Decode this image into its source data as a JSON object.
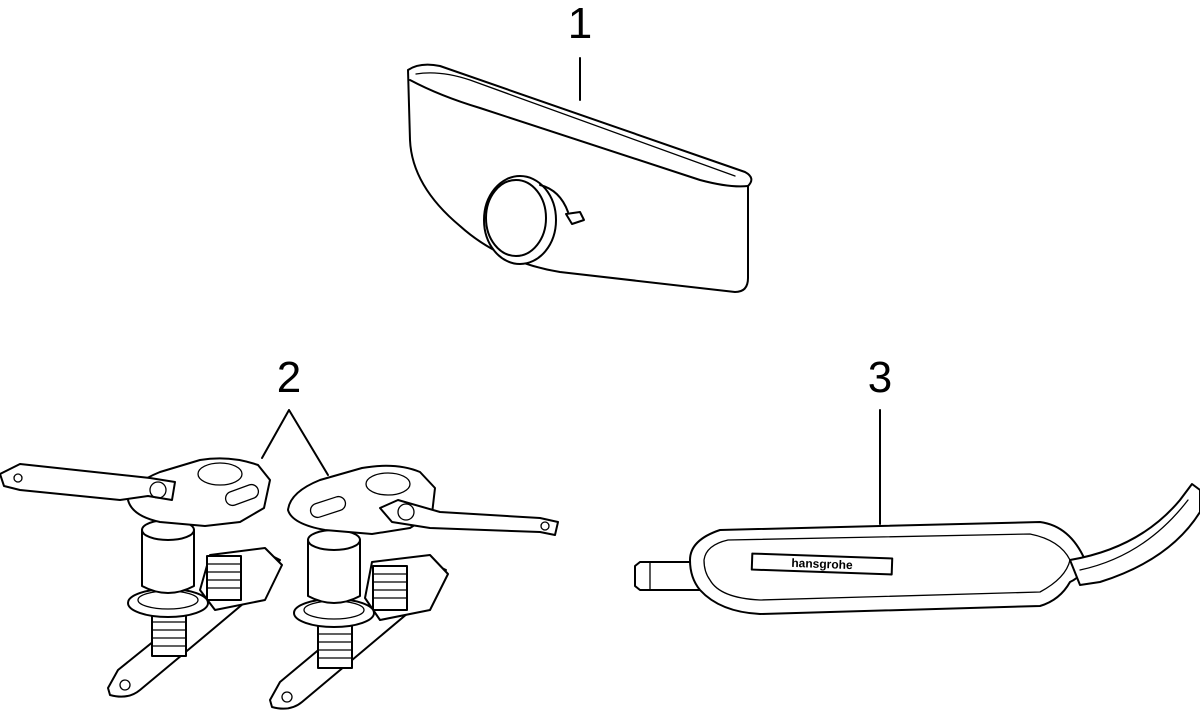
{
  "callouts": {
    "part1": "1",
    "part2": "2",
    "part3": "3"
  },
  "tool_brand": "hansgrohe",
  "colors": {
    "line": "#000000",
    "background": "#ffffff"
  }
}
